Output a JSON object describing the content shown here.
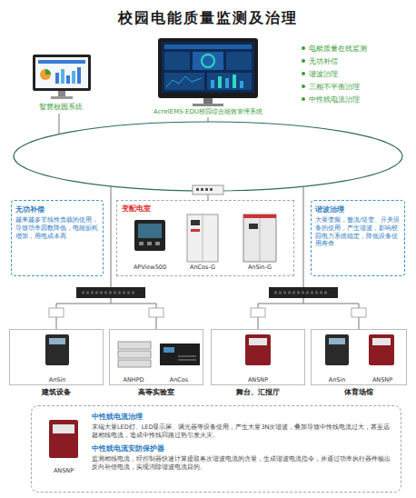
{
  "diagram": {
    "title": "校园电能质量监测及治理",
    "nodes": [
      {
        "text": [
          "智慧校园系统"
        ]
      },
      {
        "text": [
          "AcrelEMS-EDU校园综合能效管理系统"
        ]
      },
      {
        "text": [
          "无功补偿",
          "越来越多非线性负载的使用，导致功率因数降低，电能损耗增加，用电成本高"
        ]
      },
      {
        "text": [
          "变配电室"
        ]
      },
      {
        "text": [
          "APView500"
        ],
        "in": 3
      },
      {
        "text": [
          "AnCos-G"
        ],
        "in": 3
      },
      {
        "text": [
          "AnSin-G"
        ],
        "in": 3
      },
      {
        "text": [
          "谐波治理",
          "大量变频，整流/逆变、开关设备的使用，产生谐波，影响校园电力系统稳定，降低设备使用寿命"
        ]
      },
      {
        "text": [
          "建筑设备"
        ]
      },
      {
        "text": [
          "AnSin"
        ],
        "in": 8
      },
      {
        "text": [
          "高等实验室"
        ]
      },
      {
        "text": [
          "ANHPD"
        ],
        "in": 10
      },
      {
        "text": [
          "AnCos"
        ],
        "in": 10
      },
      {
        "text": [
          "舞台、汇报厅"
        ]
      },
      {
        "text": [
          "ANSNP"
        ],
        "in": 13
      },
      {
        "text": [
          "体育场馆"
        ]
      },
      {
        "text": [
          "AnSin"
        ],
        "in": 15
      },
      {
        "text": [
          "ANSNP"
        ],
        "in": 15
      },
      {
        "text": [
          "中性线电流治理",
          "末端大量LED灯、LED显示屏、调光器等设备使用，产生大量3N次谐波，叠加导致中性线电流过大，甚至远超相线电流，造成中性线回路过热引发火灾。",
          "中性线电流安防保护器",
          "监测相线电流，经控制器快速计算提取各次谐波电流的含量，生成谐波电流指令，并通过功率执行器件输出反向补偿电流，实现消除谐波电流目的。"
        ]
      },
      {
        "text": [
          "ANSNP"
        ],
        "in": 18
      }
    ],
    "labels": [
      "电能质量在线监测",
      "无功补偿",
      "谐波治理",
      "三相不平衡治理",
      "中性线电流治理"
    ]
  }
}
